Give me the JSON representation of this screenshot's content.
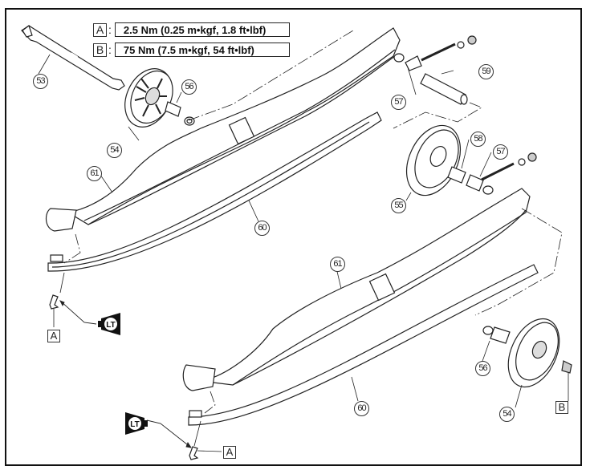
{
  "torque_specs": [
    {
      "key": "A",
      "value": "2.5 Nm (0.25 m•kgf, 1.8 ft•lbf)"
    },
    {
      "key": "B",
      "value": "75 Nm (7.5 m•kgf, 54 ft•lbf)"
    }
  ],
  "callouts": {
    "c53": "53",
    "c54_top": "54",
    "c56_top": "56",
    "c57_top": "57",
    "c59": "59",
    "c58": "58",
    "c57_mid": "57",
    "c55": "55",
    "c61_top": "61",
    "c60_top": "60",
    "c61_bottom": "61",
    "c60_bottom": "60",
    "c56_bottom": "56",
    "c54_bottom": "54"
  },
  "labels": {
    "a_left": "A",
    "a_bottom": "A",
    "b_right": "B"
  },
  "lt_badge": {
    "text": "LT",
    "meaning": "locking-agent"
  },
  "colors": {
    "line": "#222222",
    "badge": "#111111"
  }
}
